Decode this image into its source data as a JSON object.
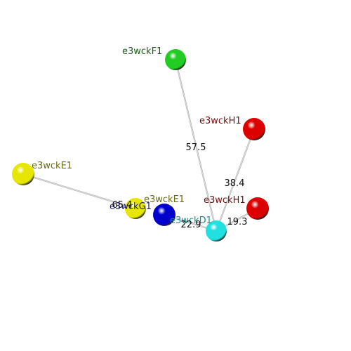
{
  "colors": {
    "background": "#ffffff",
    "bond": "#b0b0b0",
    "bond_highlight": "#e8e8e8",
    "distance_label": "#111111"
  },
  "atoms": [
    {
      "id": "F1",
      "label": "e3wckF1",
      "color": "#22cc22",
      "label_color": "#1f5a1f"
    },
    {
      "id": "H1a",
      "label": "e3wckH1",
      "color": "#dd0000",
      "label_color": "#6b1010"
    },
    {
      "id": "E1a",
      "label": "e3wckE1",
      "color": "#e6e600",
      "label_color": "#6b6b10"
    },
    {
      "id": "G1",
      "label": "e3wckG1",
      "color": "#e6e600",
      "label_color": "#1f1f6b"
    },
    {
      "id": "E1b",
      "label": "e3wckE1",
      "color": "#0000cc",
      "label_color": "#6b6b10"
    },
    {
      "id": "H1b",
      "label": "e3wckH1",
      "color": "#dd0000",
      "label_color": "#6b1010"
    },
    {
      "id": "D1",
      "label": "e3wckD1",
      "color": "#22e0e0",
      "label_color": "#2a8a8a"
    }
  ],
  "bonds": [
    {
      "from": "F1",
      "to": "D1"
    },
    {
      "from": "H1a",
      "to": "D1"
    },
    {
      "from": "H1b",
      "to": "D1"
    },
    {
      "from": "E1b",
      "to": "D1"
    },
    {
      "from": "E1a",
      "to": "G1"
    }
  ],
  "distances": [
    {
      "value": "57.5",
      "bond": 0
    },
    {
      "value": "38.4",
      "bond": 1
    },
    {
      "value": "19.3",
      "bond": 2
    },
    {
      "value": "22.9",
      "bond": 3
    },
    {
      "value": "65.4",
      "bond": 4
    }
  ]
}
